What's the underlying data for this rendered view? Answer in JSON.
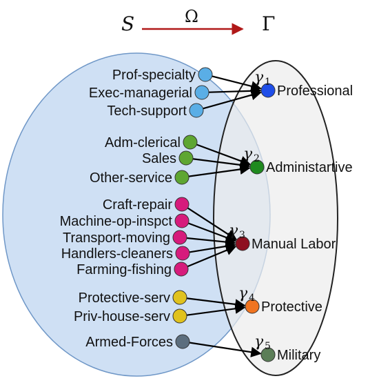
{
  "header": {
    "source_symbol": "S",
    "map_symbol": "Ω",
    "target_symbol": "Γ",
    "arrow_color": "#b01818"
  },
  "colors": {
    "source_set_fill": "#cfe0f4",
    "source_set_stroke": "#6f97c7",
    "target_set_fill": "#ececec",
    "target_set_stroke": "#222222",
    "edge": "#000000"
  },
  "groups": [
    {
      "id": "professional",
      "sources": [
        "Prof-specialty",
        "Exec-managerial",
        "Tech-support"
      ],
      "source_color": "#5aaee6",
      "target": {
        "symbol": "γ",
        "index": "1",
        "label": "Professional",
        "color": "#1f4ee8"
      }
    },
    {
      "id": "administrative",
      "sources": [
        "Adm-clerical",
        "Sales",
        "Other-service"
      ],
      "source_color": "#5ea632",
      "target": {
        "symbol": "γ",
        "index": "2",
        "label": "Administartive",
        "color": "#1f8a1f"
      }
    },
    {
      "id": "manual",
      "sources": [
        "Craft-repair",
        "Machine-op-inspct",
        "Transport-moving",
        "Handlers-cleaners",
        "Farming-fishing"
      ],
      "source_color": "#d61b7c",
      "target": {
        "symbol": "γ",
        "index": "3",
        "label": "Manual Labor",
        "color": "#8e1020"
      }
    },
    {
      "id": "protective",
      "sources": [
        "Protective-serv",
        "Priv-house-serv"
      ],
      "source_color": "#e0c21e",
      "target": {
        "symbol": "γ",
        "index": "4",
        "label": "Protective",
        "color": "#f07420"
      }
    },
    {
      "id": "military",
      "sources": [
        "Armed-Forces"
      ],
      "source_color": "#5c6e7e",
      "target": {
        "symbol": "γ",
        "index": "5",
        "label": "Military",
        "color": "#5c7e58"
      }
    }
  ]
}
